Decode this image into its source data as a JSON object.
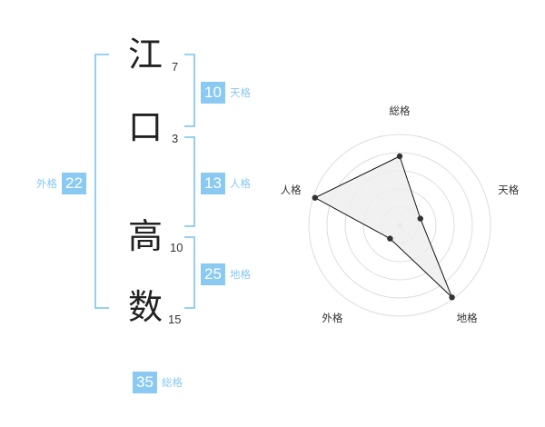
{
  "name": {
    "characters": [
      {
        "char": "江",
        "strokes": "7"
      },
      {
        "char": "口",
        "strokes": "3"
      },
      {
        "char": "高",
        "strokes": "10"
      },
      {
        "char": "数",
        "strokes": "15"
      }
    ]
  },
  "fortunes": {
    "tenkaku": {
      "label": "天格",
      "value": "10"
    },
    "jinkaku": {
      "label": "人格",
      "value": "13"
    },
    "chikaku": {
      "label": "地格",
      "value": "25"
    },
    "gaikaku": {
      "label": "外格",
      "value": "22"
    },
    "soukaku": {
      "label": "総格",
      "value": "35"
    }
  },
  "colors": {
    "accent": "#8ac9f2",
    "text": "#222222",
    "radar_fill": "#efefef",
    "radar_line": "#111111",
    "grid": "#dddddd"
  },
  "chart_data": {
    "type": "radar",
    "axes": [
      "総格",
      "天格",
      "地格",
      "外格",
      "人格"
    ],
    "values": [
      3.8,
      1.2,
      4.9,
      0.9,
      4.9
    ],
    "rmax": 5,
    "rings": 5,
    "legend": "none"
  }
}
